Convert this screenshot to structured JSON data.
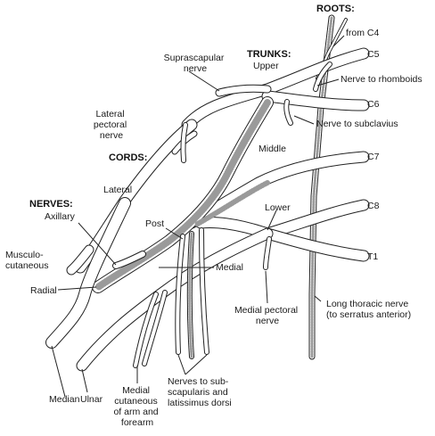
{
  "headings": {
    "roots": "ROOTS:",
    "trunks": "TRUNKS:",
    "cords": "CORDS:",
    "nerves": "NERVES:"
  },
  "roots": {
    "from_c4": "from C4",
    "c5": "C5",
    "c6": "C6",
    "c7": "C7",
    "c8": "C8",
    "t1": "T1"
  },
  "trunks": {
    "upper": "Upper",
    "middle": "Middle",
    "lower": "Lower"
  },
  "cords": {
    "lateral": "Lateral",
    "post": "Post",
    "medial": "Medial"
  },
  "nerves": {
    "suprascapular": [
      "Suprascapular",
      "nerve"
    ],
    "nerve_to_rhomboids": "Nerve to rhomboids",
    "nerve_to_subclavius": "Nerve to subclavius",
    "lateral_pectoral": [
      "Lateral",
      "pectoral",
      "nerve"
    ],
    "axillary": "Axillary",
    "musculocutaneous": [
      "Musculo-",
      "cutaneous"
    ],
    "radial": "Radial",
    "median": "Median",
    "ulnar": "Ulnar",
    "medial_cutaneous": [
      "Medial",
      "cutaneous",
      "of arm and",
      "forearm"
    ],
    "subscapularis": [
      "Nerves to sub-",
      "scapularis and",
      "latissimus dorsi"
    ],
    "medial_pectoral": [
      "Medial pectoral",
      "nerve"
    ],
    "long_thoracic": [
      "Long thoracic nerve",
      "(to serratus anterior)"
    ]
  },
  "colors": {
    "line": "#222222",
    "stipple": "#9a9a9a",
    "background": "#ffffff"
  }
}
